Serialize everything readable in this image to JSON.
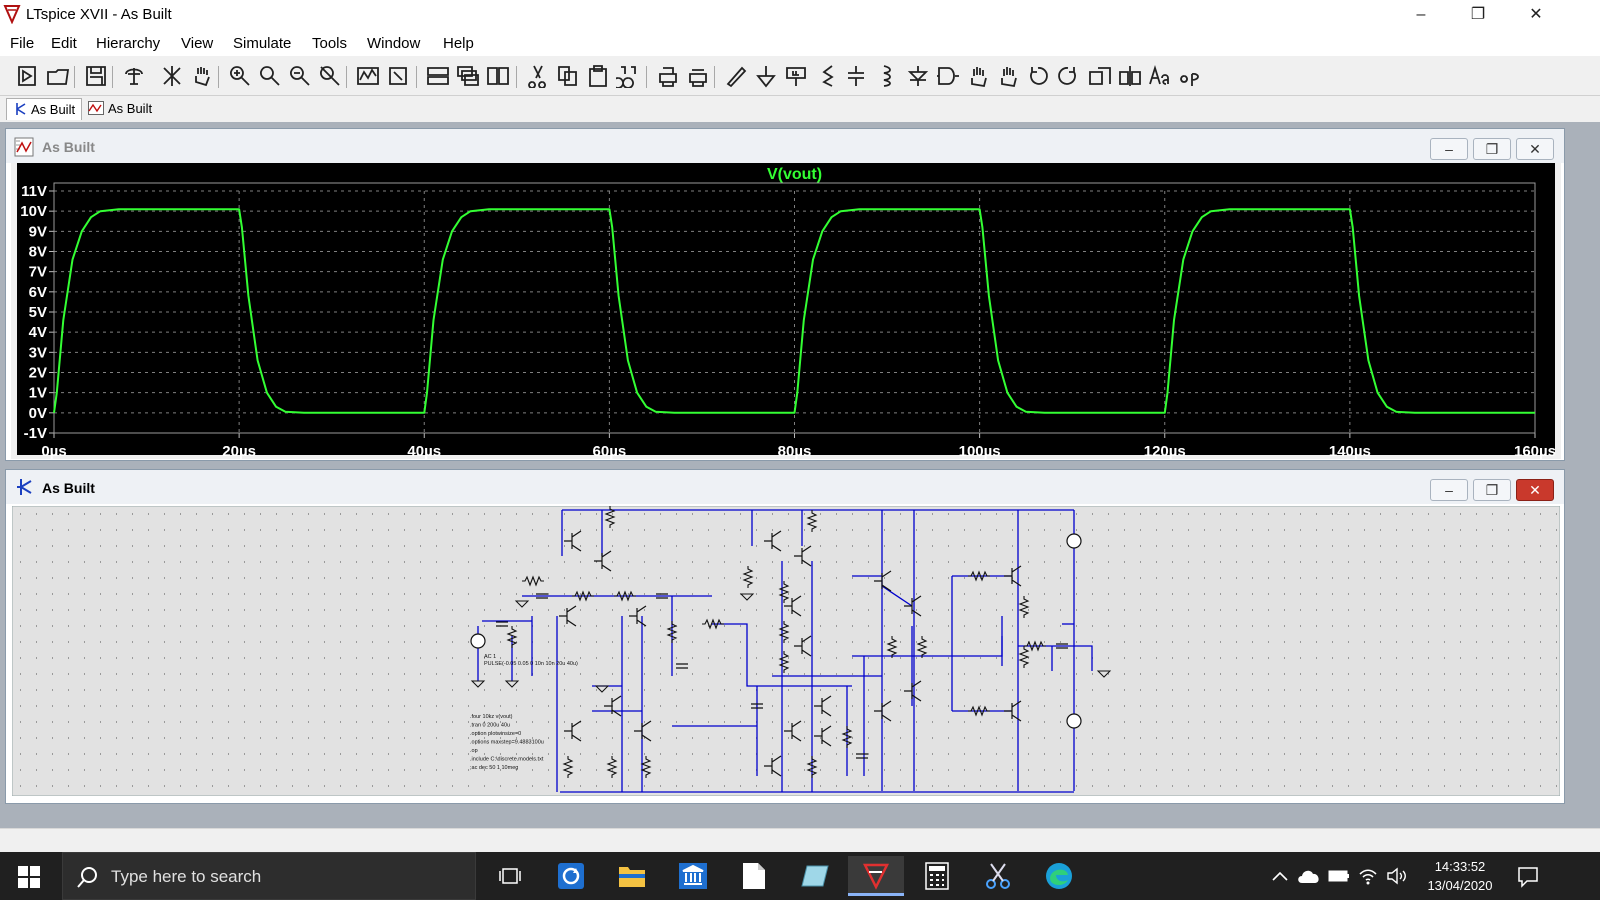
{
  "window": {
    "title": "LTspice XVII - As Built",
    "minimize_glyph": "–",
    "maximize_glyph": "❐",
    "close_glyph": "✕"
  },
  "menu": [
    "File",
    "Edit",
    "Hierarchy",
    "View",
    "Simulate",
    "Tools",
    "Window",
    "Help"
  ],
  "toolbar_icons": [
    "run-icon",
    "open-icon",
    "save-icon",
    "control-panel-icon",
    "halt-icon",
    "pan-hand-icon",
    "zoom-in-icon",
    "zoom-area-icon",
    "zoom-out-icon",
    "zoom-fit-icon",
    "plot-icon",
    "autorange-icon",
    "tile-horizontal-icon",
    "cascade-icon",
    "tile-vertical-icon",
    "cut-icon",
    "copy-icon",
    "paste-icon",
    "find-icon",
    "print-setup-icon",
    "print-icon",
    "wire-icon",
    "ground-icon",
    "label-icon",
    "resistor-icon",
    "capacitor-icon",
    "inductor-icon",
    "diode-icon",
    "component-icon",
    "move-icon",
    "drag-icon",
    "undo-icon",
    "redo-icon",
    "rotate-icon",
    "mirror-icon",
    "text-icon",
    "spice-directive-icon"
  ],
  "doc_tabs": [
    {
      "label": "As Built",
      "icon": "schematic-icon"
    },
    {
      "label": "As Built",
      "icon": "waveform-icon"
    }
  ],
  "waveform_window": {
    "title": "As Built",
    "trace_name": "V(vout)",
    "trace_color": "#33ff33",
    "background": "#000000",
    "grid_color": "#808080"
  },
  "schematic_window": {
    "title": "As Built",
    "wire_color": "#0000cc",
    "directives": [
      ".four 10kz v(vout)",
      ".tran 0 200u 40u",
      ".option plotwinsize=0",
      ".options maxstep=9.4883100u",
      ".op",
      ".include C:\\discrete.models.txt",
      ";ac dec 50 1 10meg"
    ],
    "source_label": [
      "AC 1",
      "PULSE(-0.05 0.05 0 10n 10n 20u 40u)"
    ]
  },
  "chart_data": {
    "type": "line",
    "title": "V(vout)",
    "xlabel": "",
    "ylabel": "",
    "x_ticks": [
      "0µs",
      "20µs",
      "40µs",
      "60µs",
      "80µs",
      "100µs",
      "120µs",
      "140µs",
      "160µs"
    ],
    "y_ticks": [
      "11V",
      "10V",
      "9V",
      "8V",
      "7V",
      "6V",
      "5V",
      "4V",
      "3V",
      "2V",
      "1V",
      "0V",
      "-1V"
    ],
    "xlim": [
      0,
      160
    ],
    "ylim": [
      -1,
      11
    ],
    "grid": true,
    "series": [
      {
        "name": "V(vout)",
        "color": "#33ff33",
        "x": [
          0,
          0.3,
          1,
          2,
          3,
          4,
          5,
          7,
          20,
          20.3,
          21,
          22,
          23,
          24,
          25,
          27,
          40,
          40.3,
          41,
          42,
          43,
          44,
          45,
          47,
          60,
          60.3,
          61,
          62,
          63,
          64,
          65,
          67,
          80,
          80.3,
          81,
          82,
          83,
          84,
          85,
          87,
          100,
          100.3,
          101,
          102,
          103,
          104,
          105,
          107,
          120,
          120.3,
          121,
          122,
          123,
          124,
          125,
          127,
          140,
          140.3,
          141,
          142,
          143,
          144,
          145,
          147,
          160
        ],
        "y": [
          0,
          1,
          4.6,
          7.6,
          9.0,
          9.7,
          10.0,
          10.1,
          10.1,
          9.2,
          5.8,
          2.6,
          1.0,
          0.3,
          0.05,
          0,
          0,
          1,
          4.6,
          7.6,
          9.0,
          9.7,
          10.0,
          10.1,
          10.1,
          9.2,
          5.8,
          2.6,
          1.0,
          0.3,
          0.05,
          0,
          0,
          1,
          4.6,
          7.6,
          9.0,
          9.7,
          10.0,
          10.1,
          10.1,
          9.2,
          5.8,
          2.6,
          1.0,
          0.3,
          0.05,
          0,
          0,
          1,
          4.6,
          7.6,
          9.0,
          9.7,
          10.0,
          10.1,
          10.1,
          9.2,
          5.8,
          2.6,
          1.0,
          0.3,
          0.05,
          0,
          0
        ]
      }
    ]
  },
  "taskbar": {
    "search_placeholder": "Type here to search",
    "time": "14:33:52",
    "date": "13/04/2020"
  }
}
